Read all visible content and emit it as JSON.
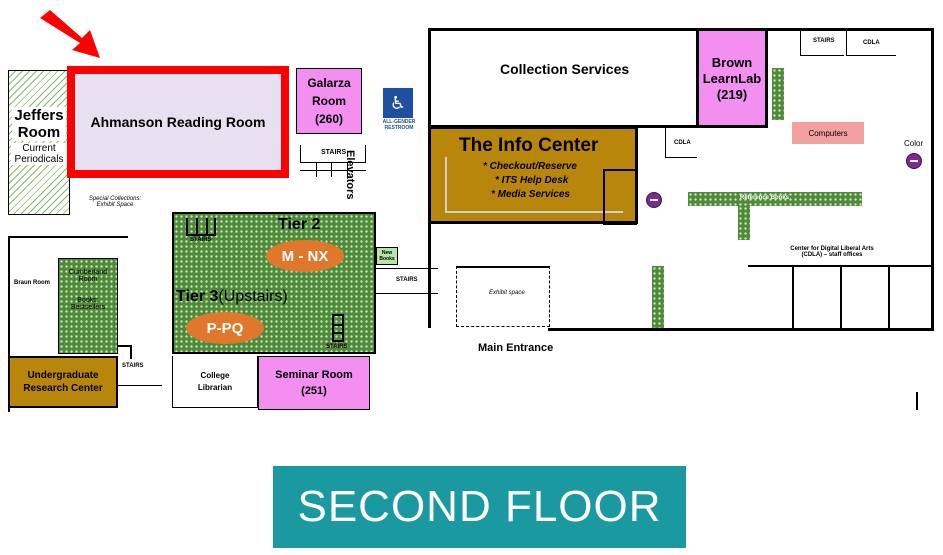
{
  "rooms": {
    "jeffers": "Jeffers Room",
    "current_periodicals": "Current Periodicals",
    "ahmanson": "Ahmanson Reading Room",
    "galarza": "Galarza Room (260)",
    "collection_services": "Collection Services",
    "brown_learnlab": "Brown LearnLab",
    "brown_number": "(219)",
    "info_center": "The Info Center",
    "info_items": [
      "* Checkout/Reserve",
      "* ITS Help Desk",
      "* Media Services"
    ],
    "computers": "Computers",
    "color": "Color",
    "cdla_short": "CDLA",
    "cdla_full": "Center for Digital Liberal Arts (CDLA) – staff offices",
    "reference_books": "Reference Books",
    "elevators": "Elevators",
    "all_gender_restroom": "ALL-GENDER RESTROOM",
    "special_collections": "Special Collections: Exhibit Space",
    "tier2": "Tier 2",
    "tier2_range": "M - NX",
    "tier3": "Tier 3",
    "tier3_note": "(Upstairs)",
    "tier3_range": "P-PQ",
    "braun_room": "Braun Room",
    "cumberland": "Cumberland Room",
    "books_bestsellers": "Books: Bestsellers",
    "undergrad": "Undergraduate Research Center",
    "college_librarian": "College Librarian",
    "seminar_room": "Seminar Room",
    "seminar_number": "(251)",
    "new_books": "New Books",
    "exhibit_space": "Exhibit space",
    "main_entrance": "Main Entrance",
    "stairs": "STAIRS"
  },
  "floor_banner": "SECOND FLOOR",
  "colors": {
    "highlight_red": "#ff0000",
    "lavender": "#e6e0f0",
    "pink": "#f28ff0",
    "info_gold": "#b8860b",
    "undergrad_gold": "#b8860b",
    "banner_teal": "#1a9aa0",
    "orange_oval": "#e0782c",
    "stack_green": "#4f8a3c"
  }
}
